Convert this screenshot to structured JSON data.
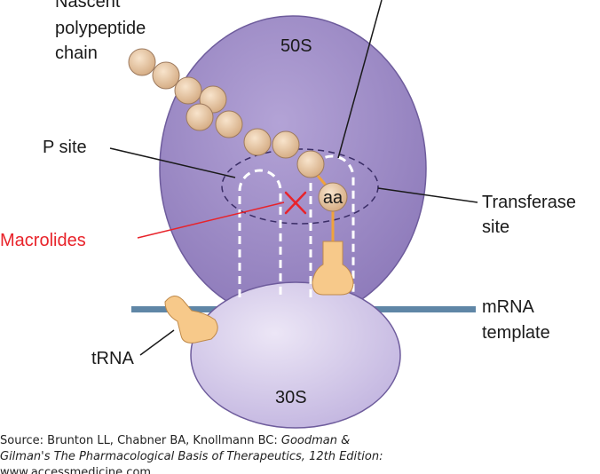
{
  "labels": {
    "nascent_line1": "Nascent",
    "nascent_line2": "polypeptide",
    "nascent_line3": "chain",
    "subunit_large": "50S",
    "subunit_small": "30S",
    "p_site": "P site",
    "macrolides": "Macrolides",
    "transferase_line1": "Transferase",
    "transferase_line2": "site",
    "mrna_line1": "mRNA",
    "mrna_line2": "template",
    "trna": "tRNA",
    "amino_acid": "aa"
  },
  "source": {
    "line1_plain": "Source: Brunton LL, Chabner BA, Knollmann BC: ",
    "line1_italic": "Goodman &",
    "line2_italic": "Gilman's The Pharmacological Basis of Therapeutics, 12th Edition:",
    "line3": "www.accessmedicine.com"
  },
  "colors": {
    "subunit_50s": "#9c8ac4",
    "subunit_30s": "#cfc4e6",
    "mrna": "#5f86a6",
    "trna": "#f7c98a",
    "bead": "#e9c9a6",
    "inhibitor": "#e8232a"
  }
}
